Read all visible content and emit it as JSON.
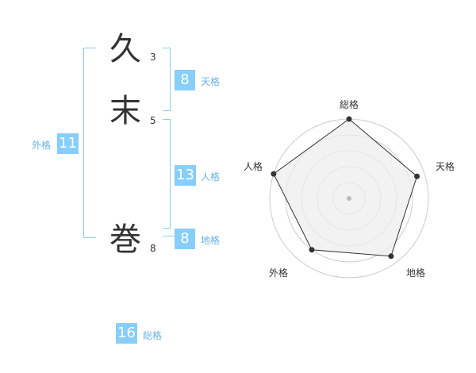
{
  "name": {
    "chars": [
      {
        "char": "久",
        "strokes": "3"
      },
      {
        "char": "末",
        "strokes": "5"
      },
      {
        "char": "巻",
        "strokes": "8"
      }
    ]
  },
  "kaku": {
    "tenkaku": {
      "value": "8",
      "label": "天格"
    },
    "jinkaku": {
      "value": "13",
      "label": "人格"
    },
    "chikaku": {
      "value": "8",
      "label": "地格"
    },
    "gaikaku": {
      "value": "11",
      "label": "外格"
    },
    "soukaku": {
      "value": "16",
      "label": "総格"
    }
  },
  "chart_data": {
    "type": "radar",
    "axes": [
      "総格",
      "天格",
      "地格",
      "外格",
      "人格"
    ],
    "values": [
      1.0,
      0.9,
      0.9,
      0.8,
      1.0
    ],
    "rings": 5,
    "colors": {
      "fill": "#eeeeee",
      "ring": "#cccccc",
      "line": "#333333",
      "point": "#333333"
    }
  }
}
